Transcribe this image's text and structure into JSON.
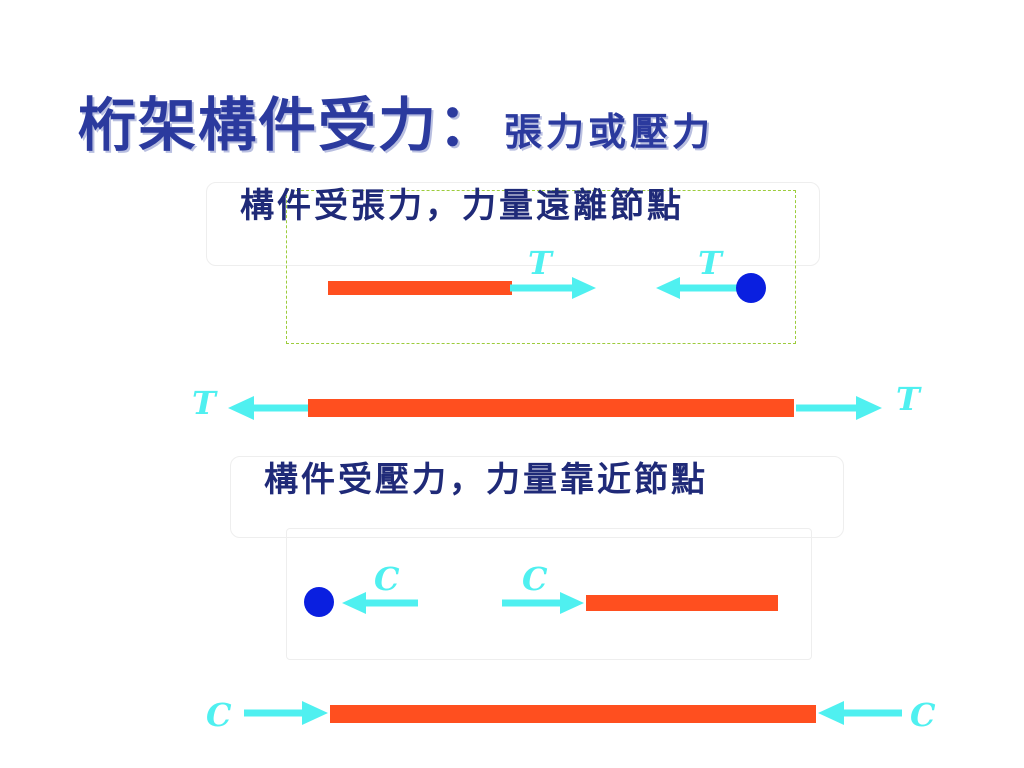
{
  "title": {
    "main": "桁架構件受力：",
    "sub": "張力或壓力"
  },
  "tension": {
    "caption": "構件受張力，力量遠離節點",
    "force_label": "T"
  },
  "compression": {
    "caption": "構件受壓力，力量靠近節點",
    "force_label": "C"
  },
  "colors": {
    "title": "#2b3a9e",
    "caption": "#1f2a78",
    "member": "#ff4f1f",
    "arrow": "#4ff0f0",
    "joint": "#0a1fe0",
    "dashed_frame": "#9ccc3c"
  }
}
